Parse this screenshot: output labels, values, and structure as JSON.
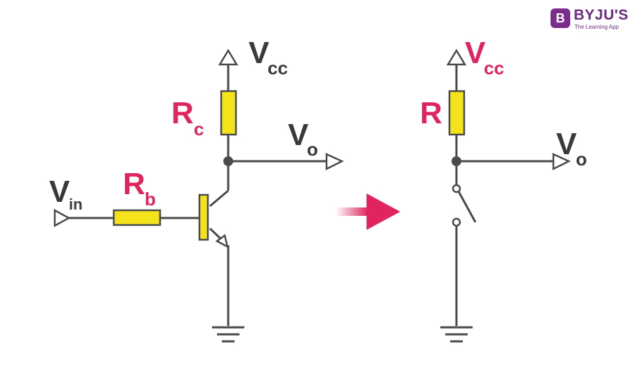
{
  "brand": {
    "name": "BYJU'S",
    "tagline": "The Learning App",
    "badge_letter": "B"
  },
  "left_circuit": {
    "vcc": {
      "main": "V",
      "sub": "cc"
    },
    "rc": {
      "main": "R",
      "sub": "c"
    },
    "vo": {
      "main": "V",
      "sub": "o"
    },
    "vin": {
      "main": "V",
      "sub": "in"
    },
    "rb": {
      "main": "R",
      "sub": "b"
    }
  },
  "right_circuit": {
    "vcc": {
      "main": "V",
      "sub": "cc"
    },
    "r": {
      "main": "R"
    },
    "vo": {
      "main": "V",
      "sub": "o"
    }
  },
  "colors": {
    "accent": "#e0245e",
    "resistor": "#f4e31a",
    "wire": "#4a4a4a",
    "brand": "#7b2d8e"
  }
}
